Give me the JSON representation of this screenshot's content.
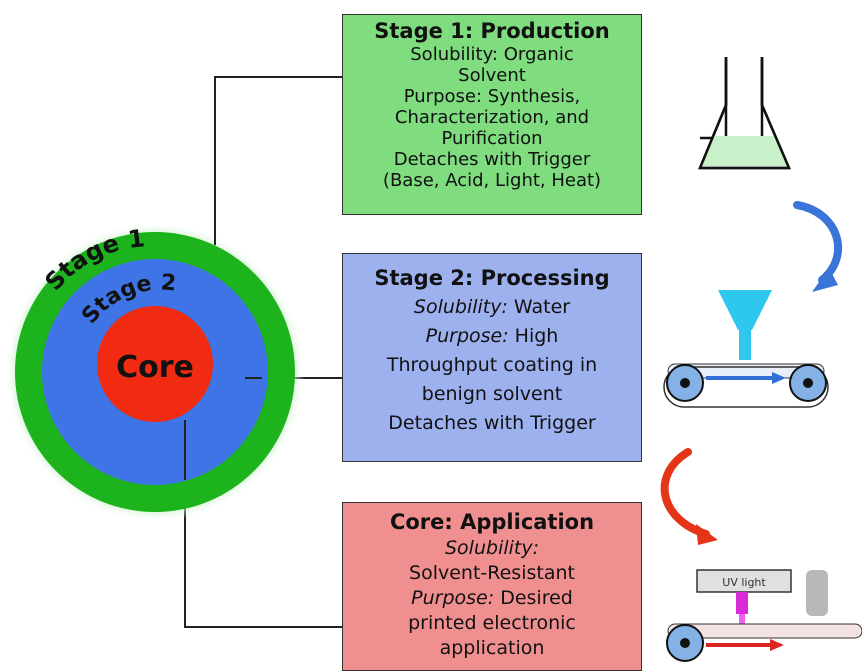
{
  "diagram": {
    "rings": {
      "stage1_label": "Stage 1",
      "stage2_label": "Stage 2",
      "core_label": "Core"
    },
    "boxes": [
      {
        "title": "Stage 1: Production",
        "lines": [
          {
            "label": "",
            "text": "Solubility: Organic"
          },
          {
            "label": "",
            "text": "Solvent"
          },
          {
            "label": "",
            "text": "Purpose: Synthesis,"
          },
          {
            "label": "",
            "text": "Characterization, and"
          },
          {
            "label": "",
            "text": "Purification"
          },
          {
            "label": "",
            "text": "Detaches with Trigger"
          },
          {
            "label": "",
            "text": "(Base, Acid, Light, Heat)"
          }
        ]
      },
      {
        "title": "Stage 2: Processing",
        "lines": [
          {
            "label": "Solubility:",
            "text": " Water"
          },
          {
            "label": "Purpose:",
            "text": " High"
          },
          {
            "label": "",
            "text": "Throughput coating in"
          },
          {
            "label": "",
            "text": "benign solvent"
          },
          {
            "label": "",
            "text": "Detaches with Trigger"
          }
        ]
      },
      {
        "title": "Core: Application",
        "lines": [
          {
            "label": "Solubility:",
            "text": ""
          },
          {
            "label": "",
            "text": "Solvent-Resistant"
          },
          {
            "label": "Purpose:",
            "text": " Desired"
          },
          {
            "label": "",
            "text": "printed electronic"
          },
          {
            "label": "",
            "text": "application"
          }
        ]
      }
    ],
    "uv_label": "UV light",
    "colors": {
      "stage1": "#1db31d",
      "stage2": "#3f74e6",
      "core": "#f12a12",
      "box1": "#7fdc7f",
      "box2": "#9db1ef",
      "box3": "#f08f8f",
      "arrow_blue": "#3a74d8",
      "arrow_red": "#e43518"
    }
  }
}
